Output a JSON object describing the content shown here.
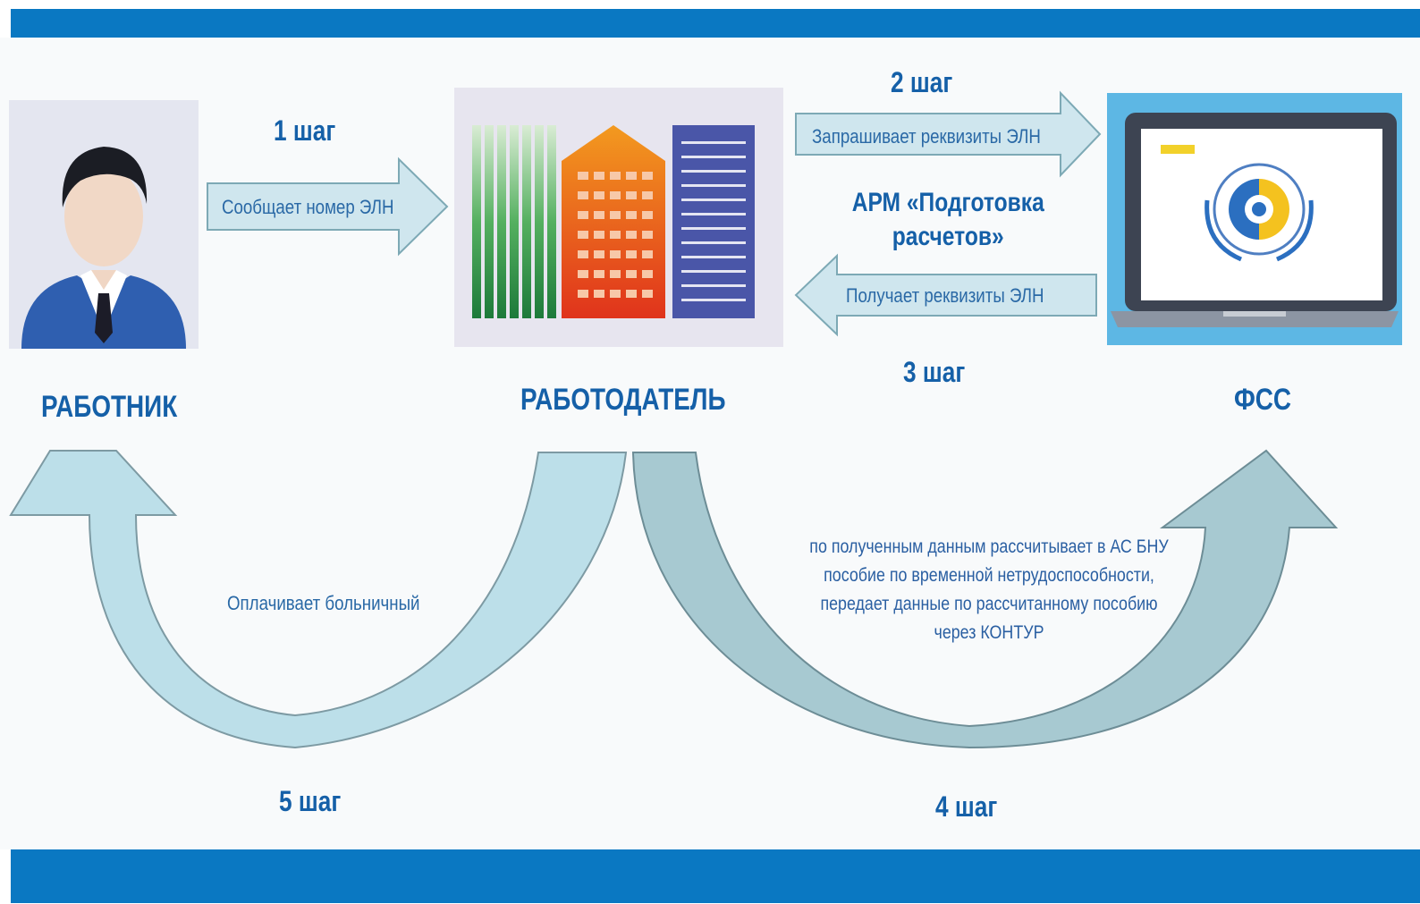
{
  "colors": {
    "band": "#0a78c2",
    "text": "#1560a8",
    "arrow_fill": "#cfe6ee",
    "arrow_stroke": "#7da9b5"
  },
  "steps": {
    "s1": "1 шаг",
    "s2": "2 шаг",
    "s3": "3 шаг",
    "s4": "4 шаг",
    "s5": "5 шаг"
  },
  "roles": {
    "worker": "РАБОТНИК",
    "employer": "РАБОТОДАТЕЛЬ",
    "fss": "ФСС"
  },
  "arm": {
    "line1": "АРМ «Подготовка",
    "line2": "расчетов»"
  },
  "arrows": {
    "a1": "Сообщает номер ЭЛН",
    "a2": "Запрашивает реквизиты ЭЛН",
    "a3": "Получает реквизиты ЭЛН",
    "a5": "Оплачивает больничный"
  },
  "note4": {
    "line1": "по полученным данным рассчитывает в АС БНУ",
    "line2": "пособие по временной нетрудоспособности,",
    "line3": "передает данные по рассчитанному пособию",
    "line4": "через КОНТУР"
  },
  "icons": {
    "worker": "person-icon",
    "employer": "buildings-icon",
    "fss": "laptop-fss-icon"
  }
}
